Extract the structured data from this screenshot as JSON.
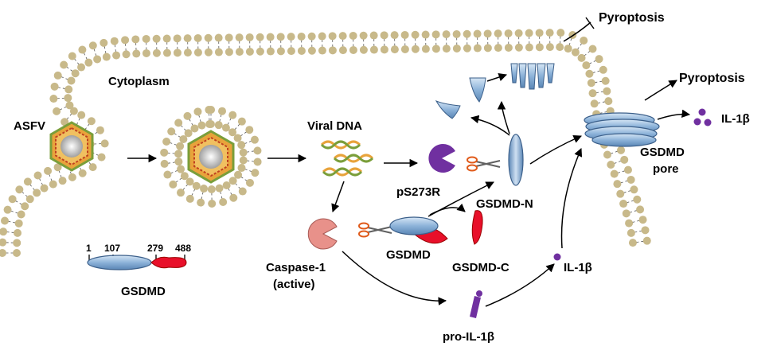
{
  "labels": {
    "asfv": "ASFV",
    "cytoplasm": "Cytoplasm",
    "viral_dna": "Viral DNA",
    "ps273r": "pS273R",
    "caspase1_line1": "Caspase-1",
    "caspase1_line2": "(active)",
    "gsdmd_cleavage": "GSDMD",
    "gsdmd_n": "GSDMD-N",
    "gsdmd_c": "GSDMD-C",
    "gsdmd_domain": "GSDMD",
    "pyroptosis_blocked": "Pyroptosis",
    "pyroptosis": "Pyroptosis",
    "il1b_released": "IL-1β",
    "il1b": "IL-1β",
    "pro_il1b": "pro-IL-1β",
    "pore_line1": "GSDMD",
    "pore_line2": "pore"
  },
  "domain_ticks": [
    "1",
    "107",
    "279",
    "488"
  ],
  "colors": {
    "membrane_head": "#c8b98a",
    "protein_blue": "#8db3d9",
    "protein_red": "#e8102a",
    "ps273r_purple": "#7030a0",
    "caspase_pink": "#e8918a",
    "scissors_handle": "#e05a1a",
    "il1b_purple": "#7030a0"
  },
  "icons": [
    "scissors-icon",
    "dna-icon",
    "virus-icon"
  ]
}
